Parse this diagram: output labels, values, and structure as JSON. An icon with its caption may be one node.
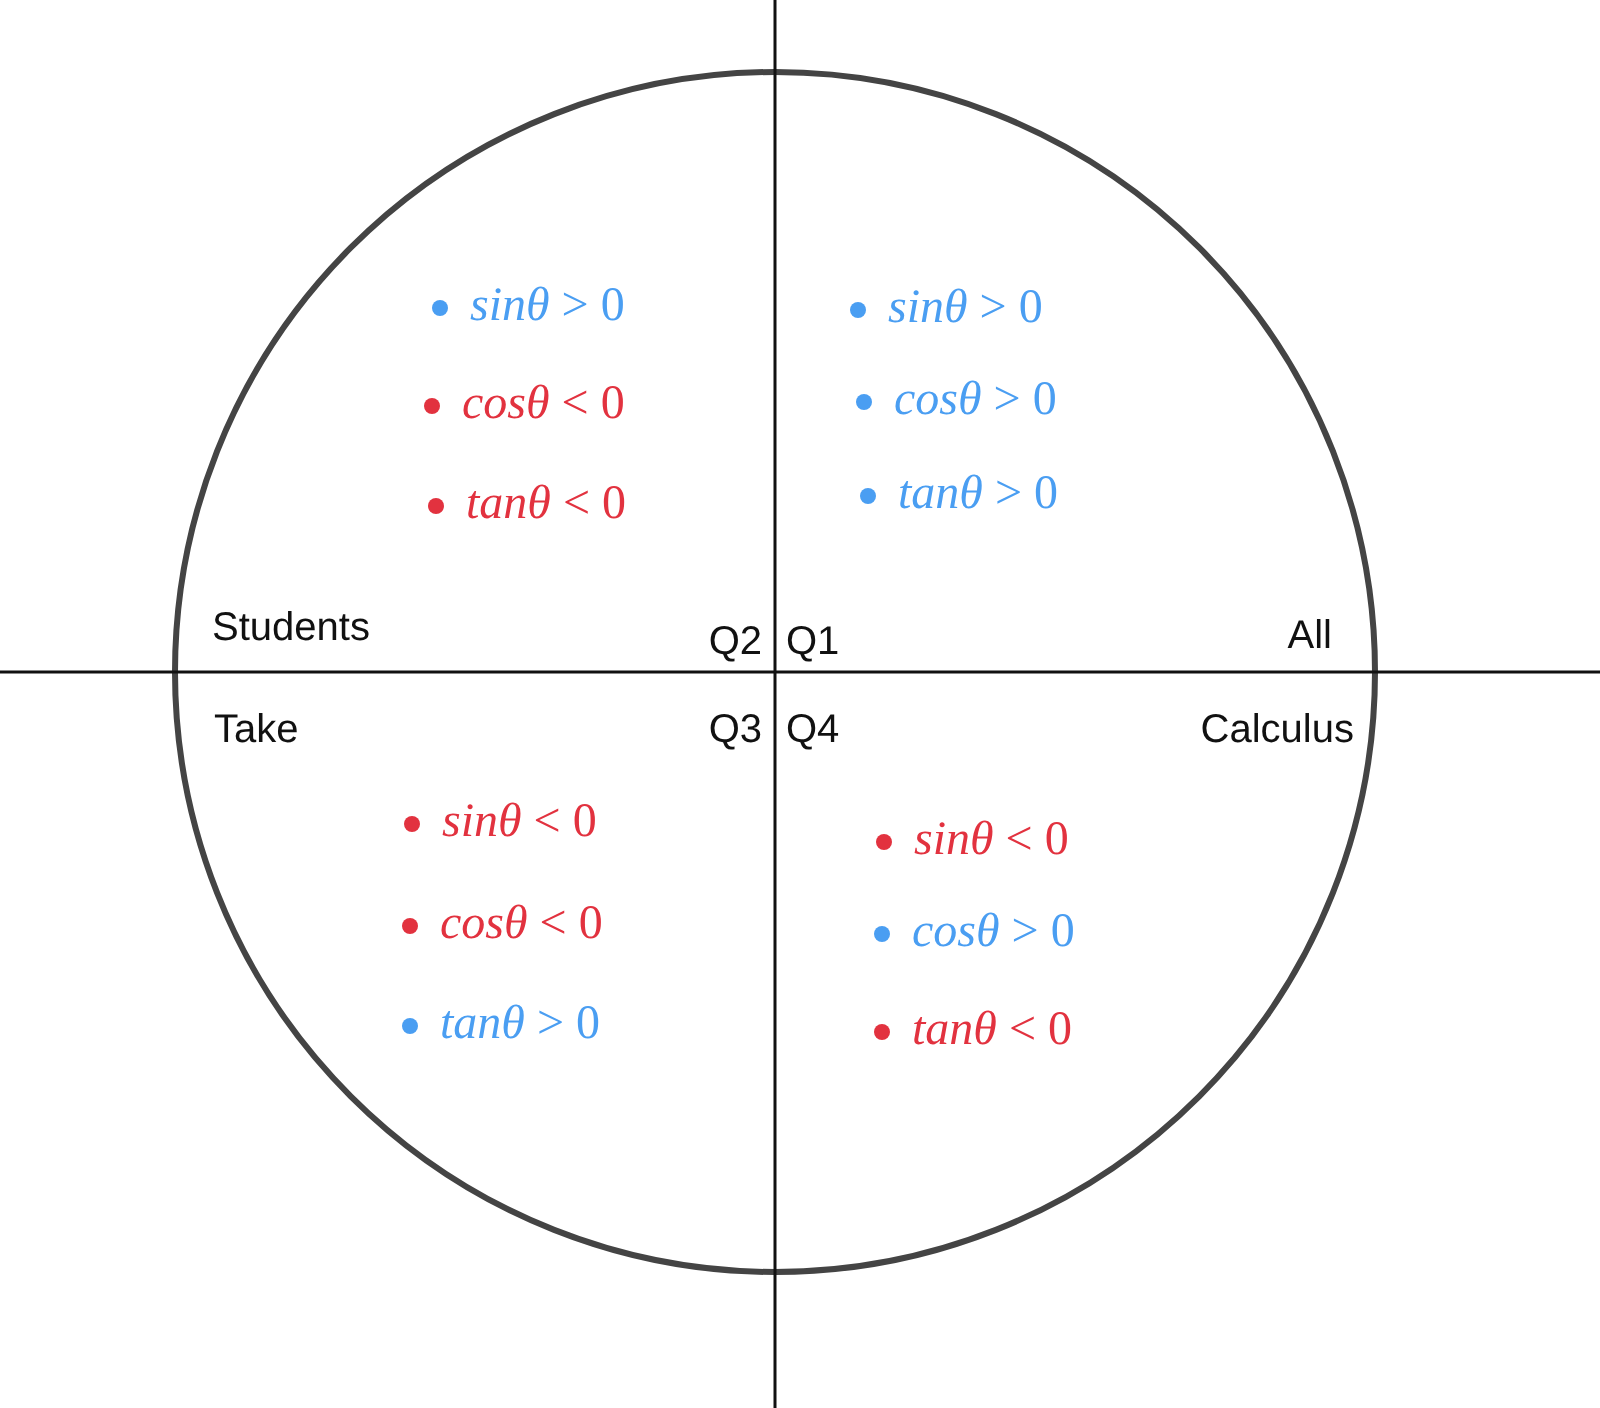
{
  "diagram": {
    "labels": [
      "*sinθ* > 0",
      "*cosθ* < 0",
      "*tanθ* < 0",
      "*sinθ* > 0",
      "*cosθ* > 0",
      "*tanθ* > 0",
      "Students",
      "Q2",
      "Q1",
      "All",
      "Take",
      "Q3",
      "Q4",
      "Calculus",
      "*sinθ* < 0",
      "*cosθ* < 0",
      "*tanθ* > 0",
      "*sinθ* < 0",
      "*cosθ* > 0",
      "*tanθ* < 0"
    ]
  }
}
